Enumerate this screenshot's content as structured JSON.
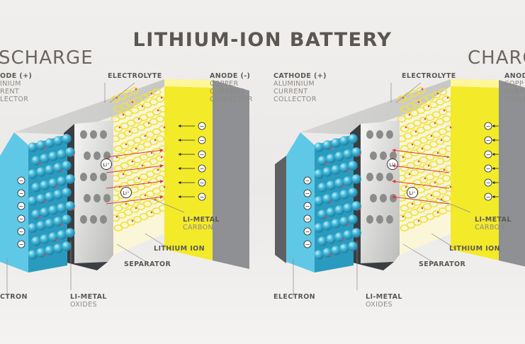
{
  "title": "LITHIUM-ION BATTERY",
  "left": {
    "heading": "SCHARGE",
    "labels": {
      "cathode_title": "ODE (+)",
      "cathode_line1": "INIUM",
      "cathode_line2": "RENT",
      "cathode_line3": "LECTOR",
      "electrolyte": "ELECTROLYTE",
      "anode_title": "ANODE (-)",
      "anode_line1": "COPPER",
      "anode_line2": "CURRENT",
      "anode_line3": "COLLECTOR",
      "limetal_carbon_title": "LI-METAL",
      "limetal_carbon_sub": "CARBON",
      "lithium_ion": "LITHIUM ION",
      "separator": "SEPARATOR",
      "electron": "CTRON",
      "limetal_oxides_title": "LI-METAL",
      "limetal_oxides_sub": "OXIDES"
    }
  },
  "right": {
    "heading": "CHARG",
    "labels": {
      "cathode_title": "CATHODE (+)",
      "cathode_line1": "ALUMINIUM",
      "cathode_line2": "CURRENT",
      "cathode_line3": "COLLECTOR",
      "electrolyte": "ELECTROLYTE",
      "anode_title": "ANOD",
      "anode_line1": "COPP",
      "anode_line2": "CURR",
      "anode_line3": "COLLE",
      "limetal_carbon_title": "LI-METAL",
      "limetal_carbon_sub": "CARBON",
      "lithium_ion": "LITHIUM ION",
      "separator": "SEPARATOR",
      "electron": "ELECTRON",
      "limetal_oxides_title": "LI-METAL",
      "limetal_oxides_sub": "OXIDES"
    }
  },
  "ion_symbol": "Li⁺",
  "electron_symbol": "−",
  "colors": {
    "title": "#5a5652",
    "cathode_collector": "#5fc8e6",
    "anode_collector": "#f3ea2a",
    "cathode_spheres": "#3fb4d6",
    "anode_lattice": "#f0e23a",
    "electrolyte": "#b4b4b2",
    "separator": "#3a3d41",
    "casing": "#8c8e91",
    "lithium_ion_dot": "#e8454a"
  },
  "icons": [
    "electron-icon",
    "lithium-ion-icon",
    "arrow-icon"
  ]
}
